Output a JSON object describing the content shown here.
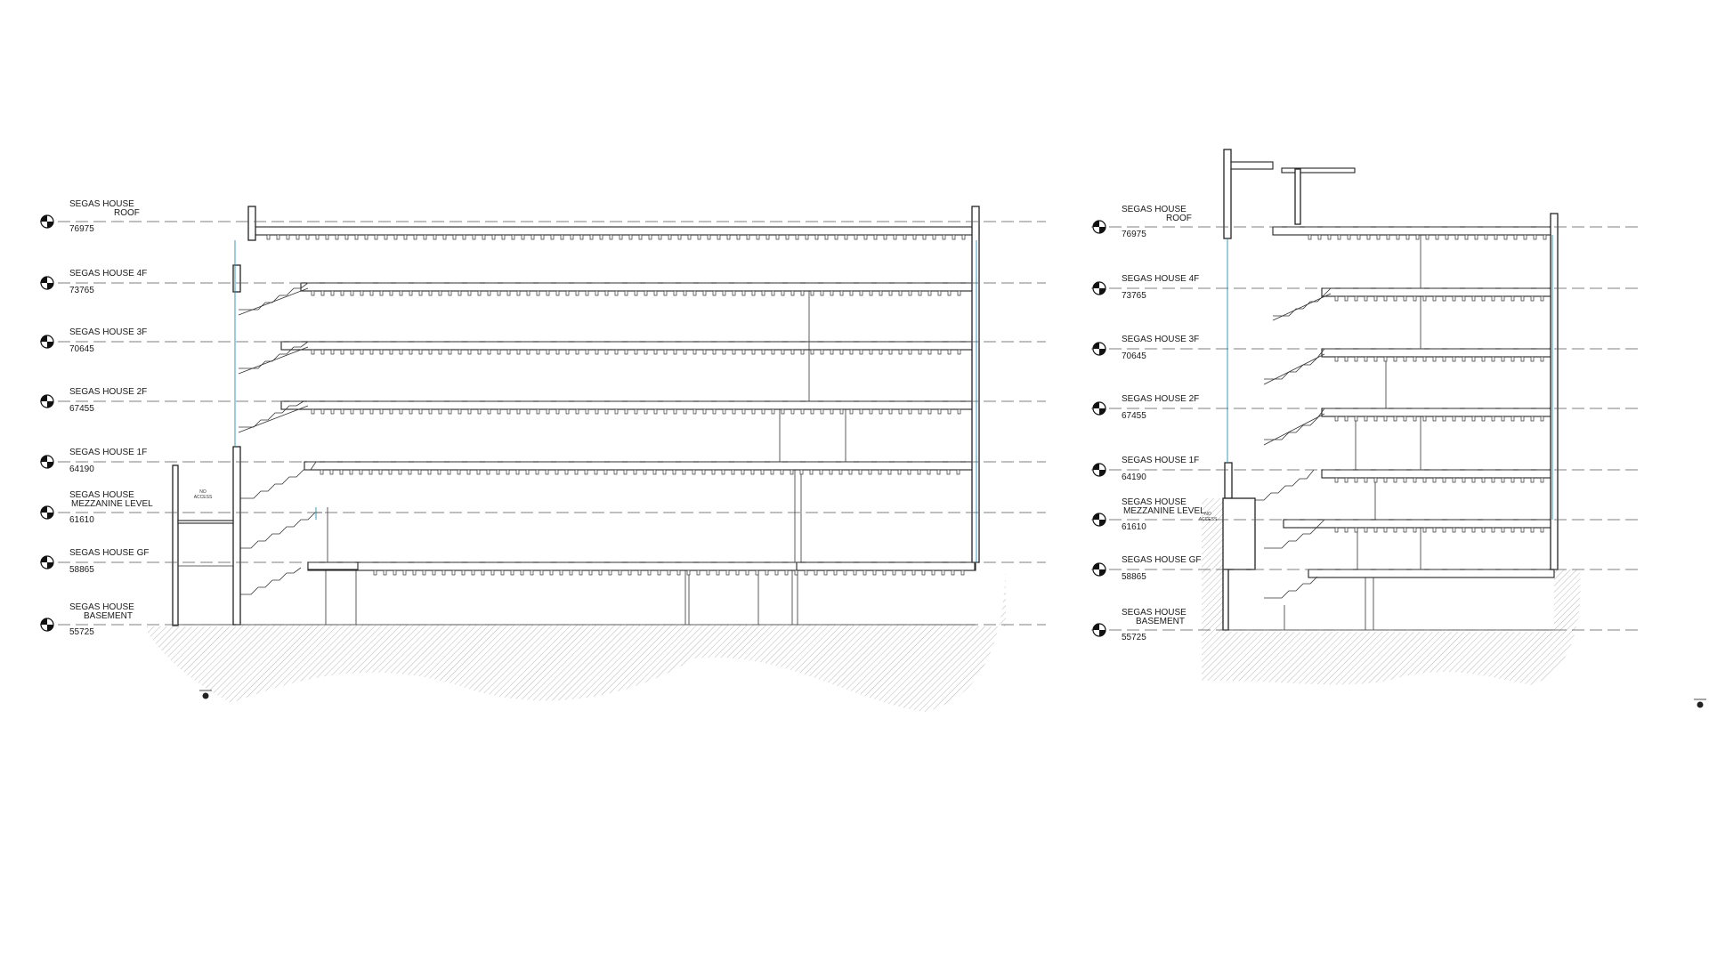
{
  "levels": [
    {
      "id": "roof",
      "name": [
        "SEGAS HOUSE",
        "ROOF"
      ],
      "value": "76975"
    },
    {
      "id": "4f",
      "name": [
        "SEGAS HOUSE 4F"
      ],
      "value": "73765"
    },
    {
      "id": "3f",
      "name": [
        "SEGAS HOUSE 3F"
      ],
      "value": "70645"
    },
    {
      "id": "2f",
      "name": [
        "SEGAS HOUSE 2F"
      ],
      "value": "67455"
    },
    {
      "id": "1f",
      "name": [
        "SEGAS HOUSE 1F"
      ],
      "value": "64190"
    },
    {
      "id": "mezz",
      "name": [
        "SEGAS HOUSE",
        "MEZZANINE LEVEL"
      ],
      "value": "61610"
    },
    {
      "id": "gf",
      "name": [
        "SEGAS HOUSE GF"
      ],
      "value": "58865"
    },
    {
      "id": "basement",
      "name": [
        "SEGAS HOUSE",
        "BASEMENT"
      ],
      "value": "55725"
    }
  ],
  "notes": {
    "no_access": [
      "NO",
      "ACCESS"
    ]
  },
  "colors": {
    "line": "#222222",
    "hatch": "#9a9a9a",
    "datum": "#555555",
    "accent": "#2a8fb8"
  }
}
